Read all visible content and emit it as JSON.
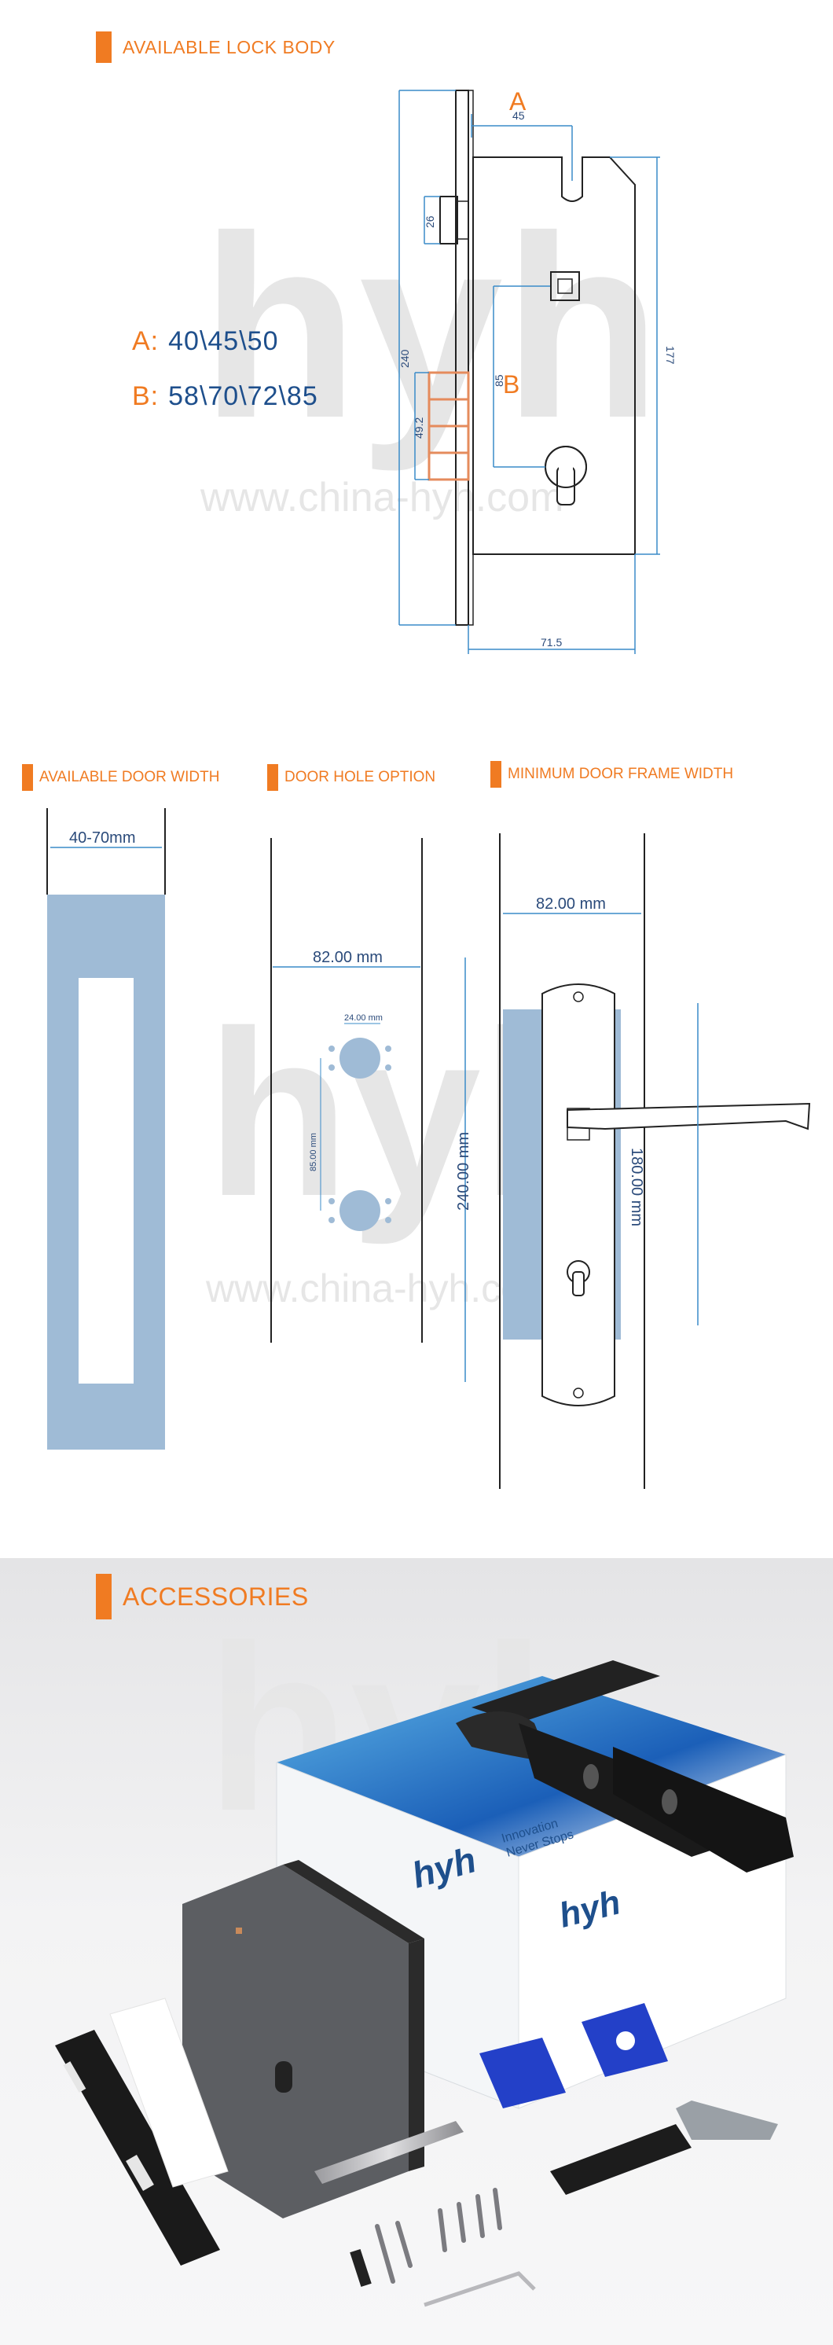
{
  "sections": {
    "lock_body": {
      "title": "AVAILABLE LOCK BODY"
    },
    "door_width": {
      "title": "AVAILABLE DOOR WIDTH"
    },
    "door_hole": {
      "title": "DOOR HOLE OPTION"
    },
    "frame_width": {
      "title": "MINIMUM DOOR FRAME WIDTH"
    },
    "accessories": {
      "title": "ACCESSORIES"
    }
  },
  "specs": {
    "a_label": "A:",
    "a_value": "40\\45\\50",
    "b_label": "B:",
    "b_value": "58\\70\\72\\85"
  },
  "lock_drawing": {
    "callout_a": "A",
    "callout_b": "B",
    "dim_45": "45",
    "dim_26": "26",
    "dim_240": "240",
    "dim_85": "85",
    "dim_49_2": "49.2",
    "dim_177": "177",
    "dim_71_5": "71.5"
  },
  "door_width": {
    "range": "40-70mm"
  },
  "door_hole": {
    "width": "82.00 mm",
    "hole_spacing": "24.00 mm",
    "vertical": "85.00 mm"
  },
  "frame_width": {
    "width": "82.00 mm",
    "plate_height": "240.00 mm",
    "handle_height": "180.00 mm"
  },
  "watermark": {
    "brand": "hyh",
    "url": "www.china-hyh.com"
  },
  "box_branding": {
    "logo": "hyh",
    "tagline_1": "Innovation",
    "tagline_2": "Never Stops",
    "logo_side": "hyh"
  },
  "colors": {
    "accent": "#f07b22",
    "navy": "#1e4f8c",
    "door_blue": "#9fbbd6"
  }
}
